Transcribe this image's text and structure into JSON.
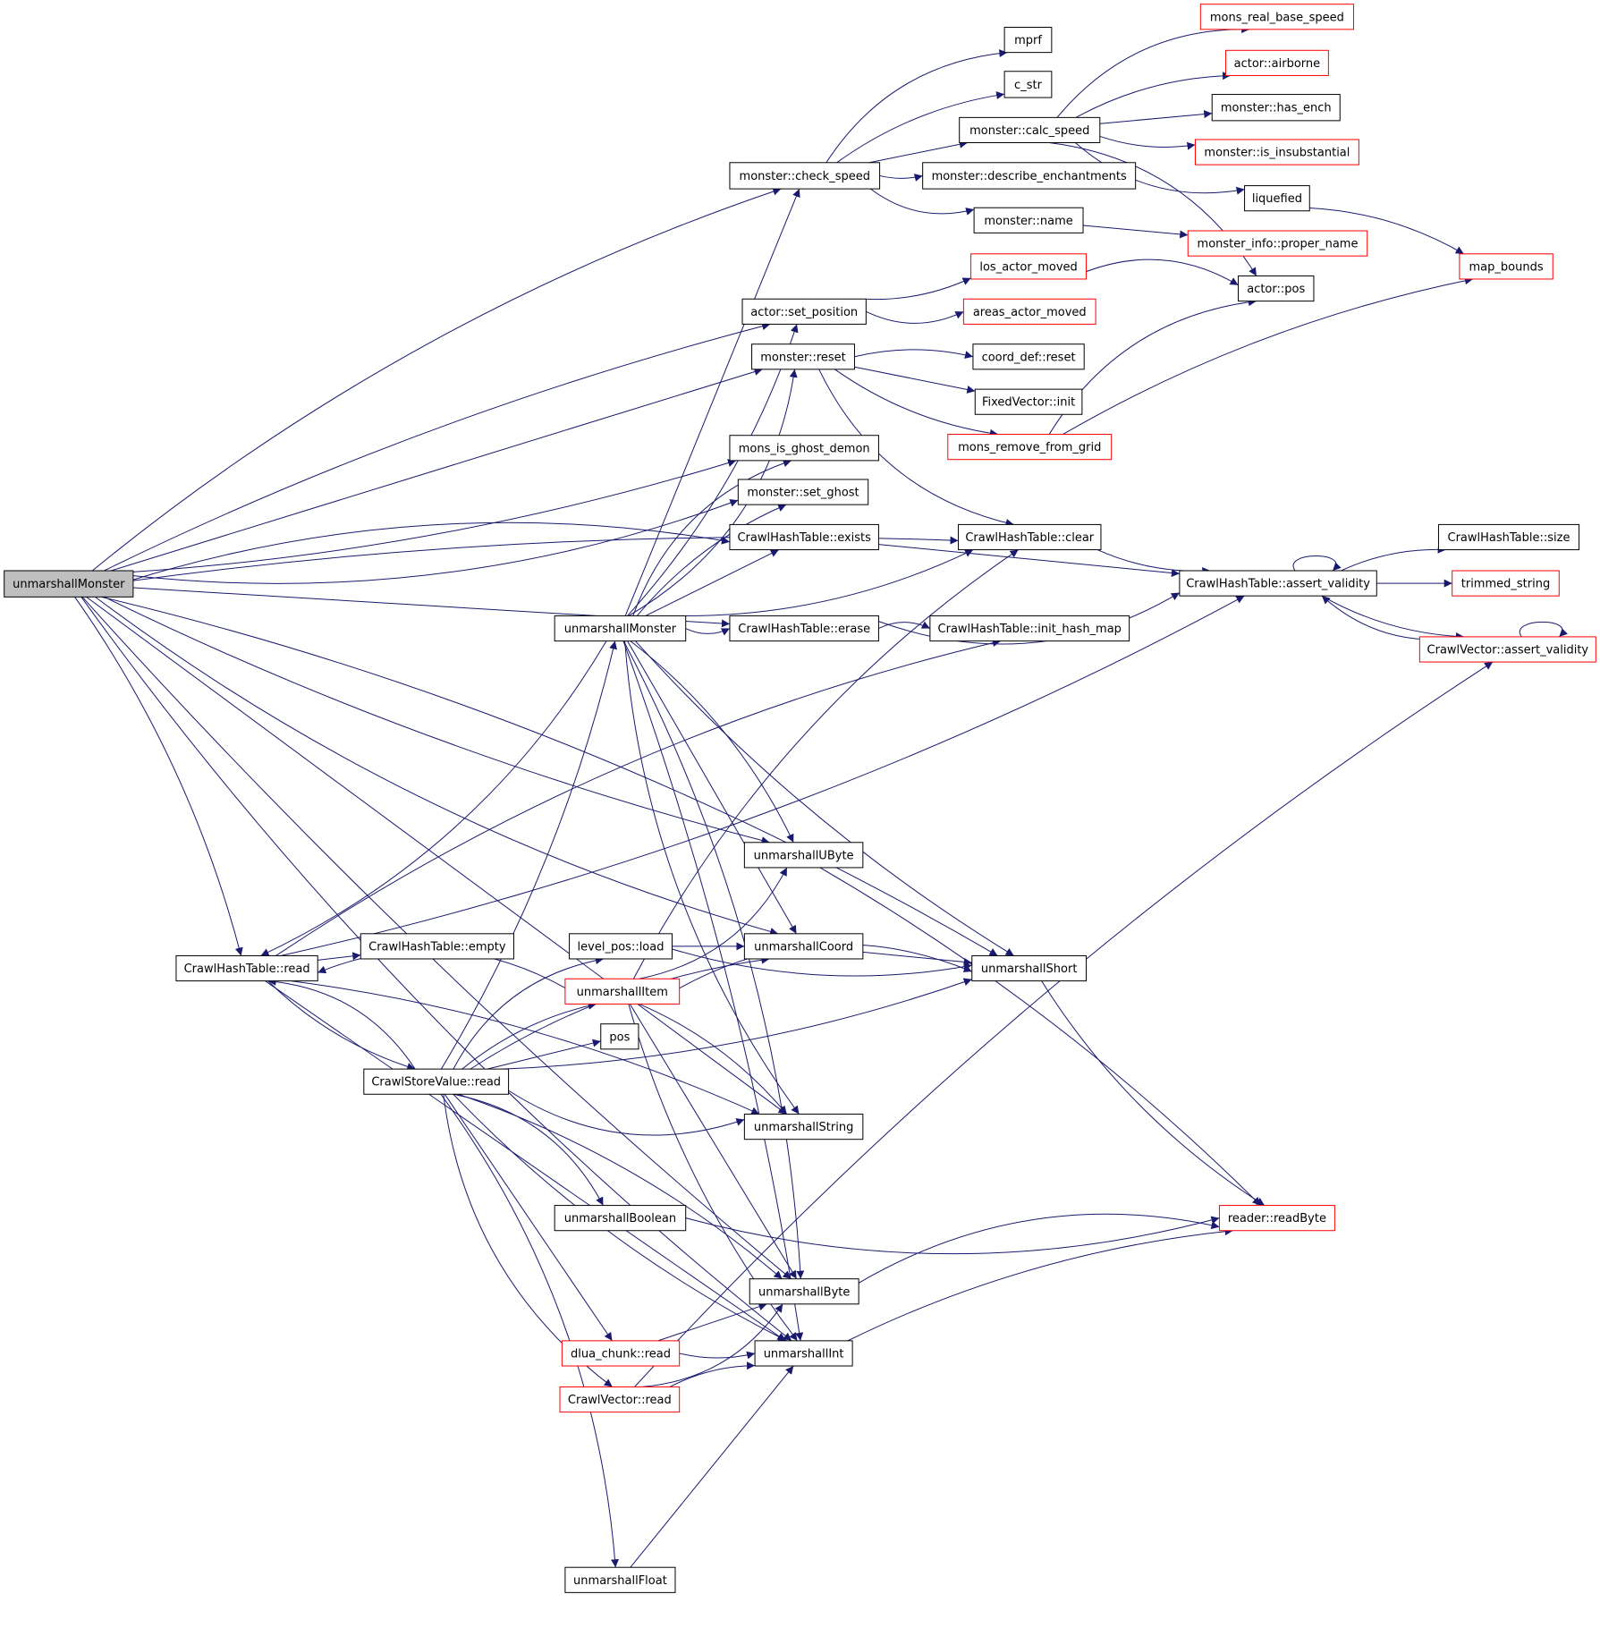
{
  "diagram": {
    "colors": {
      "edge": "#191970",
      "node_border": "#000000",
      "node_border_truncated": "#ff0000",
      "root_fill": "#bfbfbf",
      "node_fill": "#ffffff"
    },
    "nodes": [
      {
        "id": "root",
        "label": "unmarshallMonster",
        "kind": "root"
      },
      {
        "id": "inner",
        "label": "unmarshallMonster",
        "kind": "normal"
      },
      {
        "id": "mprf",
        "label": "mprf",
        "kind": "normal"
      },
      {
        "id": "c_str",
        "label": "c_str",
        "kind": "normal"
      },
      {
        "id": "check_speed",
        "label": "monster::check_speed",
        "kind": "normal"
      },
      {
        "id": "calc_speed",
        "label": "monster::calc_speed",
        "kind": "normal"
      },
      {
        "id": "describe_ench",
        "label": "monster::describe_enchantments",
        "kind": "normal"
      },
      {
        "id": "mon_name",
        "label": "monster::name",
        "kind": "normal"
      },
      {
        "id": "mons_real_base_speed",
        "label": "mons_real_base_speed",
        "kind": "truncated"
      },
      {
        "id": "airborne",
        "label": "actor::airborne",
        "kind": "truncated"
      },
      {
        "id": "has_ench",
        "label": "monster::has_ench",
        "kind": "normal"
      },
      {
        "id": "is_insub",
        "label": "monster::is_insubstantial",
        "kind": "truncated"
      },
      {
        "id": "liquefied",
        "label": "liquefied",
        "kind": "normal"
      },
      {
        "id": "proper_name",
        "label": "monster_info::proper_name",
        "kind": "truncated"
      },
      {
        "id": "map_bounds",
        "label": "map_bounds",
        "kind": "truncated"
      },
      {
        "id": "los_actor_moved",
        "label": "los_actor_moved",
        "kind": "truncated"
      },
      {
        "id": "actor_pos",
        "label": "actor::pos",
        "kind": "normal"
      },
      {
        "id": "set_position",
        "label": "actor::set_position",
        "kind": "normal"
      },
      {
        "id": "areas_actor_moved",
        "label": "areas_actor_moved",
        "kind": "truncated"
      },
      {
        "id": "mon_reset",
        "label": "monster::reset",
        "kind": "normal"
      },
      {
        "id": "coord_reset",
        "label": "coord_def::reset",
        "kind": "normal"
      },
      {
        "id": "fv_init",
        "label": "FixedVector::init",
        "kind": "normal"
      },
      {
        "id": "mons_remove",
        "label": "mons_remove_from_grid",
        "kind": "truncated"
      },
      {
        "id": "ghost_demon",
        "label": "mons_is_ghost_demon",
        "kind": "normal"
      },
      {
        "id": "set_ghost",
        "label": "monster::set_ghost",
        "kind": "normal"
      },
      {
        "id": "ht_exists",
        "label": "CrawlHashTable::exists",
        "kind": "normal"
      },
      {
        "id": "ht_clear",
        "label": "CrawlHashTable::clear",
        "kind": "normal"
      },
      {
        "id": "ht_size",
        "label": "CrawlHashTable::size",
        "kind": "normal"
      },
      {
        "id": "ht_assert",
        "label": "CrawlHashTable::assert_validity",
        "kind": "normal"
      },
      {
        "id": "trimmed_string",
        "label": "trimmed_string",
        "kind": "truncated"
      },
      {
        "id": "ht_erase",
        "label": "CrawlHashTable::erase",
        "kind": "normal"
      },
      {
        "id": "ht_init",
        "label": "CrawlHashTable::init_hash_map",
        "kind": "normal"
      },
      {
        "id": "cv_assert",
        "label": "CrawlVector::assert_validity",
        "kind": "truncated"
      },
      {
        "id": "ubyte",
        "label": "unmarshallUByte",
        "kind": "normal"
      },
      {
        "id": "ht_empty",
        "label": "CrawlHashTable::empty",
        "kind": "normal"
      },
      {
        "id": "levelpos_load",
        "label": "level_pos::load",
        "kind": "normal"
      },
      {
        "id": "coord",
        "label": "unmarshallCoord",
        "kind": "normal"
      },
      {
        "id": "ht_read",
        "label": "CrawlHashTable::read",
        "kind": "normal"
      },
      {
        "id": "item",
        "label": "unmarshallItem",
        "kind": "truncated"
      },
      {
        "id": "short",
        "label": "unmarshallShort",
        "kind": "normal"
      },
      {
        "id": "pos",
        "label": "pos",
        "kind": "normal"
      },
      {
        "id": "sv_read",
        "label": "CrawlStoreValue::read",
        "kind": "normal"
      },
      {
        "id": "string",
        "label": "unmarshallString",
        "kind": "normal"
      },
      {
        "id": "boolean",
        "label": "unmarshallBoolean",
        "kind": "normal"
      },
      {
        "id": "readbyte",
        "label": "reader::readByte",
        "kind": "truncated"
      },
      {
        "id": "byte",
        "label": "unmarshallByte",
        "kind": "normal"
      },
      {
        "id": "dlua",
        "label": "dlua_chunk::read",
        "kind": "truncated"
      },
      {
        "id": "int",
        "label": "unmarshallInt",
        "kind": "normal"
      },
      {
        "id": "cv_read",
        "label": "CrawlVector::read",
        "kind": "truncated"
      },
      {
        "id": "float",
        "label": "unmarshallFloat",
        "kind": "normal"
      }
    ],
    "edges": [
      [
        "root",
        "check_speed"
      ],
      [
        "root",
        "set_position"
      ],
      [
        "root",
        "mon_reset"
      ],
      [
        "root",
        "ghost_demon"
      ],
      [
        "root",
        "set_ghost"
      ],
      [
        "root",
        "ht_exists"
      ],
      [
        "root",
        "ht_clear"
      ],
      [
        "root",
        "ht_erase"
      ],
      [
        "root",
        "ubyte"
      ],
      [
        "root",
        "coord"
      ],
      [
        "root",
        "short"
      ],
      [
        "root",
        "ht_read"
      ],
      [
        "root",
        "string"
      ],
      [
        "root",
        "byte"
      ],
      [
        "root",
        "int"
      ],
      [
        "check_speed",
        "mprf"
      ],
      [
        "check_speed",
        "c_str"
      ],
      [
        "check_speed",
        "calc_speed"
      ],
      [
        "check_speed",
        "describe_ench"
      ],
      [
        "check_speed",
        "mon_name"
      ],
      [
        "calc_speed",
        "mons_real_base_speed"
      ],
      [
        "calc_speed",
        "airborne"
      ],
      [
        "calc_speed",
        "has_ench"
      ],
      [
        "calc_speed",
        "is_insub"
      ],
      [
        "calc_speed",
        "liquefied"
      ],
      [
        "calc_speed",
        "actor_pos"
      ],
      [
        "liquefied",
        "map_bounds"
      ],
      [
        "mon_name",
        "proper_name"
      ],
      [
        "set_position",
        "los_actor_moved"
      ],
      [
        "set_position",
        "areas_actor_moved"
      ],
      [
        "los_actor_moved",
        "actor_pos"
      ],
      [
        "mon_reset",
        "coord_reset"
      ],
      [
        "mon_reset",
        "fv_init"
      ],
      [
        "mon_reset",
        "mons_remove"
      ],
      [
        "mon_reset",
        "ht_clear"
      ],
      [
        "mons_remove",
        "actor_pos"
      ],
      [
        "mons_remove",
        "map_bounds"
      ],
      [
        "ht_exists",
        "ht_assert"
      ],
      [
        "ht_clear",
        "ht_assert"
      ],
      [
        "ht_erase",
        "ht_assert"
      ],
      [
        "ht_erase",
        "ht_init"
      ],
      [
        "ht_assert",
        "ht_size"
      ],
      [
        "ht_assert",
        "trimmed_string"
      ],
      [
        "ht_assert",
        "cv_assert"
      ],
      [
        "ht_assert",
        "ht_assert"
      ],
      [
        "cv_assert",
        "ht_assert"
      ],
      [
        "cv_assert",
        "cv_assert"
      ],
      [
        "inner",
        "check_speed"
      ],
      [
        "inner",
        "set_position"
      ],
      [
        "inner",
        "mon_reset"
      ],
      [
        "inner",
        "ghost_demon"
      ],
      [
        "inner",
        "set_ghost"
      ],
      [
        "inner",
        "ht_exists"
      ],
      [
        "inner",
        "ht_clear"
      ],
      [
        "inner",
        "ht_erase"
      ],
      [
        "inner",
        "ht_read"
      ],
      [
        "inner",
        "ubyte"
      ],
      [
        "inner",
        "coord"
      ],
      [
        "inner",
        "short"
      ],
      [
        "inner",
        "string"
      ],
      [
        "inner",
        "byte"
      ],
      [
        "inner",
        "int"
      ],
      [
        "ht_read",
        "ht_empty"
      ],
      [
        "ht_read",
        "sv_read"
      ],
      [
        "ht_read",
        "ht_assert"
      ],
      [
        "ht_read",
        "ht_init"
      ],
      [
        "ht_read",
        "string"
      ],
      [
        "ht_read",
        "int"
      ],
      [
        "sv_read",
        "inner"
      ],
      [
        "sv_read",
        "ht_read"
      ],
      [
        "sv_read",
        "levelpos_load"
      ],
      [
        "sv_read",
        "item"
      ],
      [
        "sv_read",
        "pos"
      ],
      [
        "sv_read",
        "short"
      ],
      [
        "sv_read",
        "string"
      ],
      [
        "sv_read",
        "boolean"
      ],
      [
        "sv_read",
        "byte"
      ],
      [
        "sv_read",
        "dlua"
      ],
      [
        "sv_read",
        "int"
      ],
      [
        "sv_read",
        "cv_read"
      ],
      [
        "sv_read",
        "float"
      ],
      [
        "sv_read",
        "coord"
      ],
      [
        "levelpos_load",
        "coord"
      ],
      [
        "levelpos_load",
        "short"
      ],
      [
        "item",
        "ht_read"
      ],
      [
        "item",
        "short"
      ],
      [
        "item",
        "string"
      ],
      [
        "item",
        "byte"
      ],
      [
        "item",
        "int"
      ],
      [
        "item",
        "ubyte"
      ],
      [
        "item",
        "ht_clear"
      ],
      [
        "ubyte",
        "readbyte"
      ],
      [
        "coord",
        "short"
      ],
      [
        "short",
        "readbyte"
      ],
      [
        "boolean",
        "readbyte"
      ],
      [
        "byte",
        "readbyte"
      ],
      [
        "int",
        "readbyte"
      ],
      [
        "dlua",
        "byte"
      ],
      [
        "dlua",
        "int"
      ],
      [
        "cv_read",
        "byte"
      ],
      [
        "cv_read",
        "cv_assert"
      ],
      [
        "cv_read",
        "int"
      ],
      [
        "float",
        "int"
      ]
    ]
  }
}
